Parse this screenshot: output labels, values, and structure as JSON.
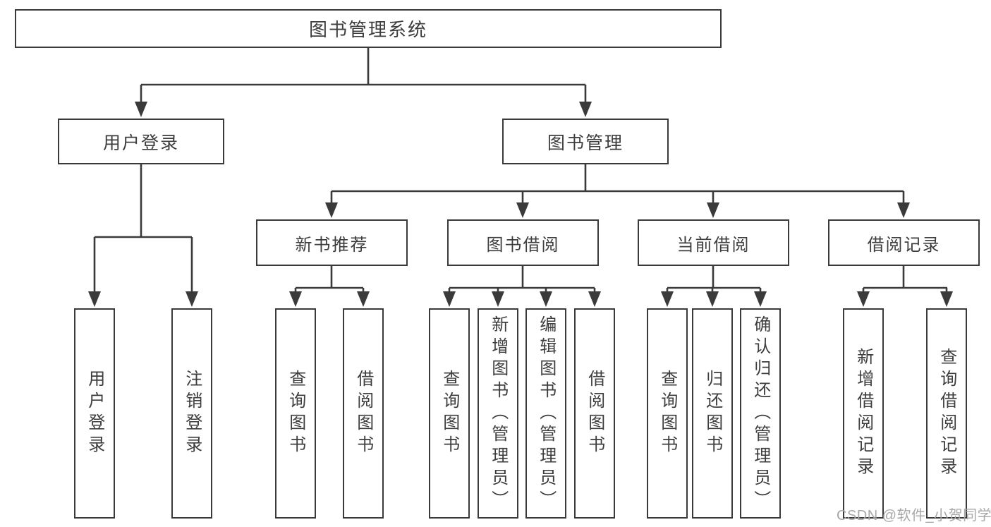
{
  "colors": {
    "line": "#3a3a3a",
    "text": "#3d3d3d",
    "wm": "#a8a8a8",
    "bg": "#ffffff"
  },
  "watermark": {
    "text": "CSDN @软件_小贺同学"
  },
  "tree": {
    "root": {
      "label": "图书管理系统",
      "children": [
        {
          "label": "用户登录",
          "children": [
            {
              "label": "用户登录"
            },
            {
              "label": "注销登录"
            }
          ]
        },
        {
          "label": "图书管理",
          "children": [
            {
              "label": "新书推荐",
              "children": [
                {
                  "label": "查询图书"
                },
                {
                  "label": "借阅图书"
                }
              ]
            },
            {
              "label": "图书借阅",
              "children": [
                {
                  "label": "查询图书"
                },
                {
                  "label": "新增图书（管理员）"
                },
                {
                  "label": "编辑图书（管理员）"
                },
                {
                  "label": "借阅图书"
                }
              ]
            },
            {
              "label": "当前借阅",
              "children": [
                {
                  "label": "查询图书"
                },
                {
                  "label": "归还图书"
                },
                {
                  "label": "确认归还（管理员）"
                }
              ]
            },
            {
              "label": "借阅记录",
              "children": [
                {
                  "label": "新增借阅记录"
                },
                {
                  "label": "查询借阅记录"
                }
              ]
            }
          ]
        }
      ]
    }
  }
}
